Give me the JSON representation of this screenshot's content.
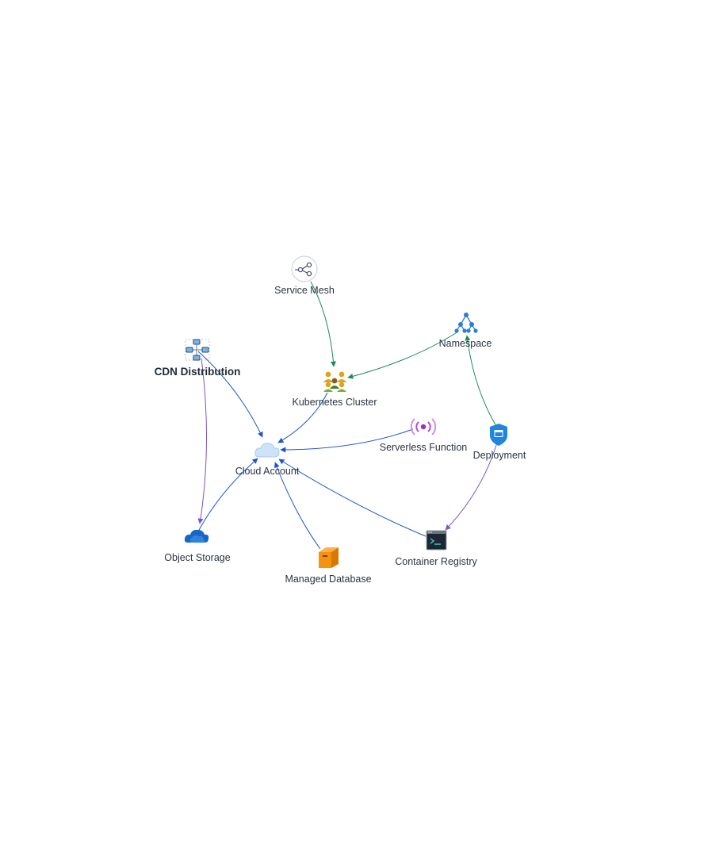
{
  "diagram": {
    "nodes": {
      "service_mesh": {
        "label": "Service Mesh",
        "icon": "share-nodes-icon"
      },
      "namespace": {
        "label": "Namespace",
        "icon": "hierarchy-icon"
      },
      "cdn_distribution": {
        "label": "CDN Distribution",
        "icon": "network-grid-icon"
      },
      "kubernetes_cluster": {
        "label": "Kubernetes Cluster",
        "icon": "people-group-icon"
      },
      "serverless_function": {
        "label": "Serverless Function",
        "icon": "broadcast-icon"
      },
      "deployment": {
        "label": "Deployment",
        "icon": "shield-window-icon"
      },
      "cloud_account": {
        "label": "Cloud Account",
        "icon": "cloud-icon"
      },
      "object_storage": {
        "label": "Object Storage",
        "icon": "cloud-storage-icon"
      },
      "container_registry": {
        "label": "Container Registry",
        "icon": "terminal-icon"
      },
      "managed_database": {
        "label": "Managed Database",
        "icon": "box-icon"
      }
    },
    "edges": [
      {
        "from": "service_mesh",
        "to": "kubernetes_cluster",
        "color": "#1a8a5a"
      },
      {
        "from": "namespace",
        "to": "kubernetes_cluster",
        "color": "#1a8a5a"
      },
      {
        "from": "deployment",
        "to": "namespace",
        "color": "#1a8a5a"
      },
      {
        "from": "deployment",
        "to": "container_registry",
        "color": "#7a55c8"
      },
      {
        "from": "cdn_distribution",
        "to": "cloud_account",
        "color": "#1c56c8"
      },
      {
        "from": "cdn_distribution",
        "to": "object_storage",
        "color": "#7a55c8"
      },
      {
        "from": "kubernetes_cluster",
        "to": "cloud_account",
        "color": "#1c56c8"
      },
      {
        "from": "serverless_function",
        "to": "cloud_account",
        "color": "#1c56c8"
      },
      {
        "from": "object_storage",
        "to": "cloud_account",
        "color": "#1c56c8"
      },
      {
        "from": "managed_database",
        "to": "cloud_account",
        "color": "#1c56c8"
      },
      {
        "from": "container_registry",
        "to": "cloud_account",
        "color": "#1c56c8"
      }
    ]
  }
}
